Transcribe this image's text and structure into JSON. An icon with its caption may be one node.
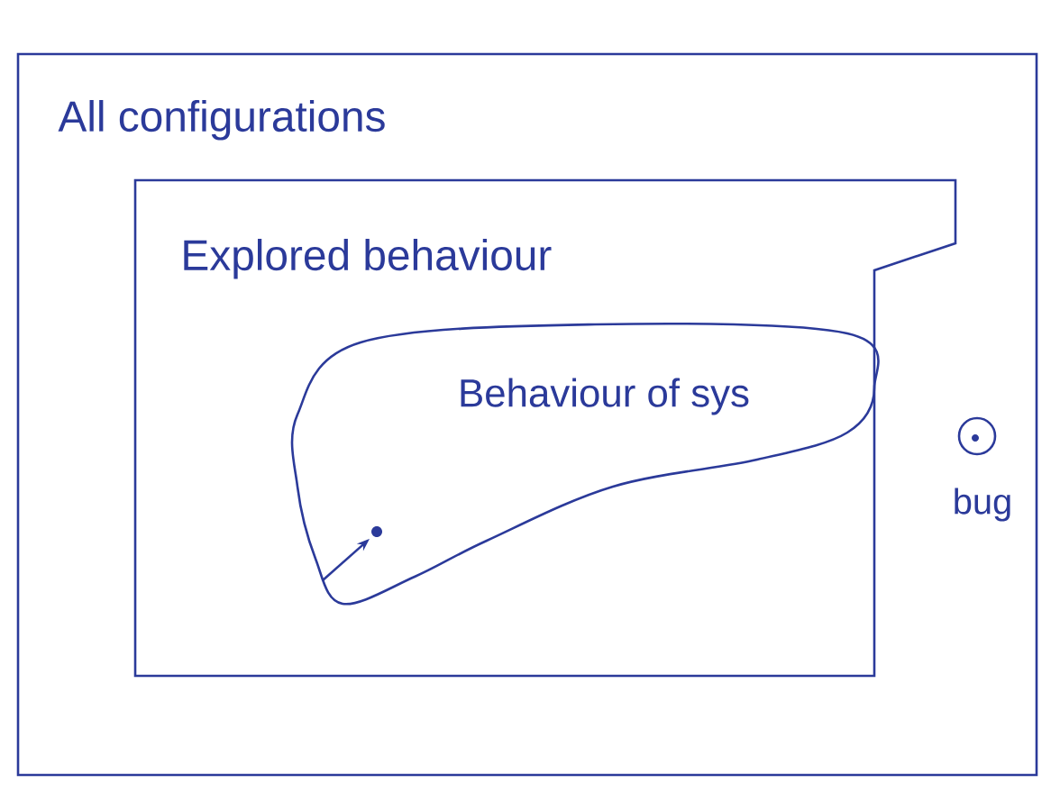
{
  "diagram": {
    "nodes": [
      {
        "text": [
          "All configurations"
        ]
      },
      {
        "text": [
          "Explored behaviour"
        ],
        "in": 0
      },
      {
        "text": [
          "Behaviour of sys"
        ],
        "in": 1
      },
      {
        "text": [],
        "shape": "circle",
        "beside": [
          "bug"
        ],
        "in": 0
      },
      {
        "text": [],
        "shape": "circle",
        "in": 2
      }
    ],
    "edges": [
      {
        "from": null,
        "to": 4,
        "arrow": "to"
      }
    ]
  }
}
